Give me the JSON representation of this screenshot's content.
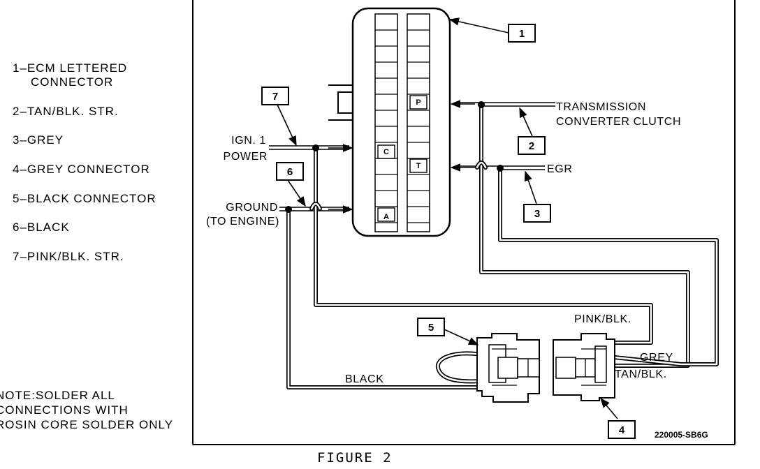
{
  "legend": [
    "1–ECM LETTERED",
    "CONNECTOR",
    "2–TAN/BLK. STR.",
    "3–GREY",
    "4–GREY CONNECTOR",
    "5–BLACK CONNECTOR",
    "6–BLACK",
    "7–PINK/BLK. STR."
  ],
  "note": [
    "NOTE:SOLDER ALL",
    "CONNECTIONS WITH",
    "ROSIN CORE SOLDER ONLY"
  ],
  "callouts": [
    "1",
    "2",
    "3",
    "4",
    "5",
    "6",
    "7"
  ],
  "pins": [
    "C",
    "A",
    "P",
    "T"
  ],
  "labels": {
    "ign1": "IGN. 1",
    "power": "POWER",
    "ground": "GROUND",
    "to_engine": "(TO ENGINE)",
    "transmission": "TRANSMISSION",
    "converter_clutch": "CONVERTER CLUTCH",
    "egr": "EGR",
    "pink_blk": "PINK/BLK.",
    "grey": "GREY",
    "tan_blk": "TAN/BLK.",
    "black": "BLACK"
  },
  "code": "220005-SB6G",
  "caption": "FIGURE 2"
}
